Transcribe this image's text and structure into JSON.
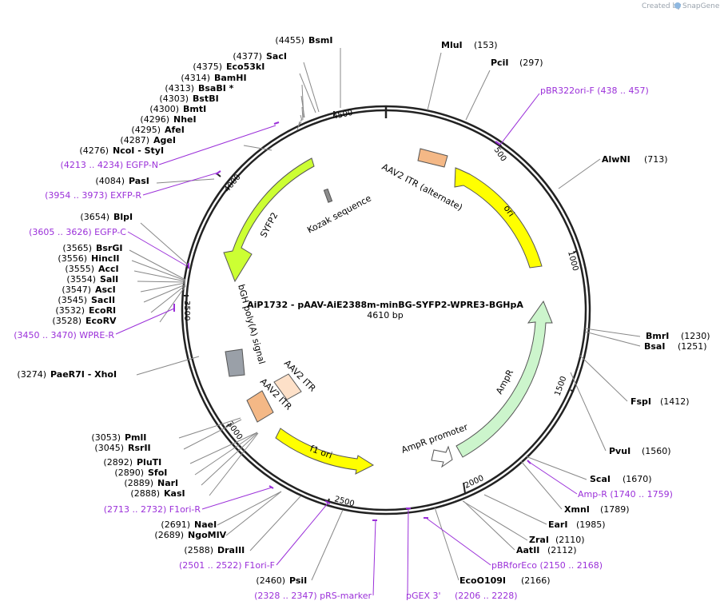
{
  "credit": {
    "prefix": "Created by",
    "brand": "SnapGene"
  },
  "title": "AiP1732 - pAAV-AiE2388m-minBG-SYFP2-WPRE3-BGHpA",
  "length_label": "4610 bp",
  "total_bp": 4610,
  "colors": {
    "primer": "#9b30d9",
    "backbone": "#222222"
  },
  "ruler_ticks": [
    "500",
    "1000",
    "1500",
    "2000",
    "2500",
    "3000",
    "3500",
    "4000",
    "4500"
  ],
  "sites": [
    {
      "pos": "(4455)",
      "name": "BsmI"
    },
    {
      "pos": "(4377)",
      "name": "SacI"
    },
    {
      "pos": "(4375)",
      "name": "Eco53kI"
    },
    {
      "pos": "(4314)",
      "name": "BamHI"
    },
    {
      "pos": "(4313)",
      "name": "BsaBI *"
    },
    {
      "pos": "(4303)",
      "name": "BstBI"
    },
    {
      "pos": "(4300)",
      "name": "BmtI"
    },
    {
      "pos": "(4296)",
      "name": "NheI"
    },
    {
      "pos": "(4295)",
      "name": "AfeI"
    },
    {
      "pos": "(4287)",
      "name": "AgeI"
    },
    {
      "pos": "(4276)",
      "name": "NcoI  - StyI"
    },
    {
      "pos": "(4084)",
      "name": "PasI"
    },
    {
      "pos": "(3654)",
      "name": "BlpI"
    },
    {
      "pos": "(3565)",
      "name": "BsrGI"
    },
    {
      "pos": "(3556)",
      "name": "HincII"
    },
    {
      "pos": "(3555)",
      "name": "AccI"
    },
    {
      "pos": "(3554)",
      "name": "SalI"
    },
    {
      "pos": "(3547)",
      "name": "AscI"
    },
    {
      "pos": "(3545)",
      "name": "SacII"
    },
    {
      "pos": "(3532)",
      "name": "EcoRI"
    },
    {
      "pos": "(3528)",
      "name": "EcoRV"
    },
    {
      "pos": "(3274)",
      "name": "PaeR7I  - XhoI"
    },
    {
      "pos": "(3053)",
      "name": "PmlI"
    },
    {
      "pos": "(3045)",
      "name": "RsrII"
    },
    {
      "pos": "(2892)",
      "name": "PluTI"
    },
    {
      "pos": "(2890)",
      "name": "SfoI"
    },
    {
      "pos": "(2889)",
      "name": "NarI"
    },
    {
      "pos": "(2888)",
      "name": "KasI"
    },
    {
      "pos": "(2691)",
      "name": "NaeI"
    },
    {
      "pos": "(2689)",
      "name": "NgoMIV"
    },
    {
      "pos": "(2588)",
      "name": "DraIII"
    },
    {
      "pos": "(2460)",
      "name": "PsiI"
    },
    {
      "name": "MluI",
      "pos": "(153)"
    },
    {
      "name": "PciI",
      "pos": "(297)"
    },
    {
      "name": "AlwNI",
      "pos": "(713)"
    },
    {
      "name": "BmrI",
      "pos": "(1230)"
    },
    {
      "name": "BsaI",
      "pos": "(1251)"
    },
    {
      "name": "FspI",
      "pos": "(1412)"
    },
    {
      "name": "PvuI",
      "pos": "(1560)"
    },
    {
      "name": "ScaI",
      "pos": "(1670)"
    },
    {
      "name": "XmnI",
      "pos": "(1789)"
    },
    {
      "name": "EarI",
      "pos": "(1985)"
    },
    {
      "name": "ZraI",
      "pos": "(2110)"
    },
    {
      "name": "AatII",
      "pos": "(2112)"
    },
    {
      "name": "EcoO109I",
      "pos": "(2166)"
    }
  ],
  "primers": [
    {
      "text": "pBR322ori-F    (438 .. 457)"
    },
    {
      "text": "(4213 .. 4234)  EGFP-N"
    },
    {
      "text": "(3954 .. 3973)  EXFP-R"
    },
    {
      "text": "(3605 .. 3626)  EGFP-C"
    },
    {
      "text": "(3450 .. 3470)  WPRE-R"
    },
    {
      "text": "Amp-R    (1740 .. 1759)"
    },
    {
      "text": "(2713 .. 2732)  F1ori-R"
    },
    {
      "text": "pBRforEco    (2150 .. 2168)"
    },
    {
      "text": "(2501 .. 2522)  F1ori-F"
    },
    {
      "text": "(2328 .. 2347)  pRS-marker"
    },
    {
      "text": "pGEX 3'"
    },
    {
      "text": "(2206 .. 2228)"
    }
  ],
  "features": [
    {
      "name": "AAV2 ITR (alternate)",
      "color": "#f4b886"
    },
    {
      "name": "ori",
      "color": "#ffff00"
    },
    {
      "name": "Kozak sequence",
      "color": "#8c8c8c"
    },
    {
      "name": "SYFP2",
      "color": "#ccff33"
    },
    {
      "name": "bGH poly(A) signal",
      "color": "#9aa0a8"
    },
    {
      "name": "AAV2 ITR",
      "color": "#fde0c8"
    },
    {
      "name": "AAV2 ITR",
      "color": "#f4b886"
    },
    {
      "name": "f1 ori",
      "color": "#ffff00"
    },
    {
      "name": "AmpR",
      "color": "#ccf5cc"
    },
    {
      "name": "AmpR promoter",
      "color": "#ffffff"
    }
  ]
}
